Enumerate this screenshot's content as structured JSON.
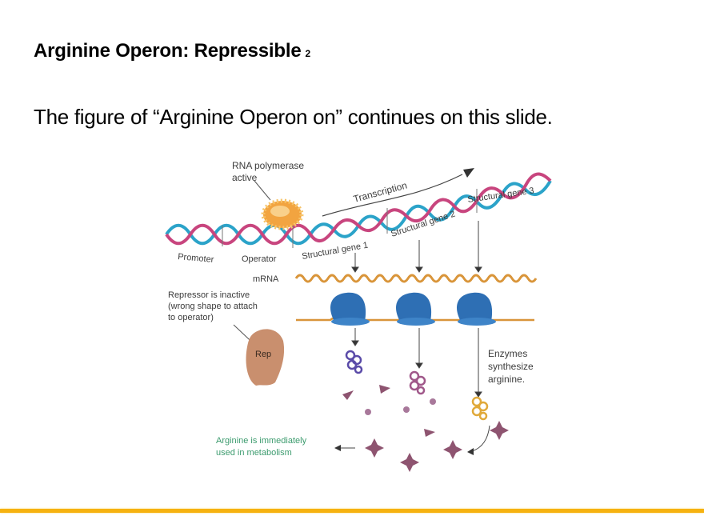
{
  "slide": {
    "title": "Arginine Operon: Repressible",
    "title_suffix": "2",
    "body": "The figure of “Arginine Operon on” continues on this slide."
  },
  "figure": {
    "labels": {
      "rna_polymerase": "RNA polymerase",
      "rna_polymerase_2": "active",
      "transcription": "Transcription",
      "promoter": "Promoter",
      "operator": "Operator",
      "gene1": "Structural gene 1",
      "gene2": "Structural gene 2",
      "gene3": "Structural gene 3",
      "mrna": "mRNA",
      "repressor_1": "Repressor is inactive",
      "repressor_2": "(wrong shape to attach",
      "repressor_3": "to operator)",
      "rep": "Rep",
      "enzymes_1": "Enzymes",
      "enzymes_2": "synthesize",
      "enzymes_3": "arginine.",
      "metabolism_1": "Arginine is immediately",
      "metabolism_2": "used in metabolism"
    },
    "colors": {
      "dna_strand_a": "#2BA3C9",
      "dna_strand_b": "#C8457E",
      "polymerase": "#F2A440",
      "mrna": "#D9953A",
      "ribosome": "#2E6FB4",
      "repressor": "#C98F6E",
      "enzyme_1": "#5A4BA8",
      "enzyme_2": "#A0588A",
      "enzyme_3": "#E0A93A",
      "arginine": "#8E5470",
      "metabolism_text": "#3C9B6E"
    }
  },
  "footer": {
    "accent_color": "#F6B210"
  }
}
